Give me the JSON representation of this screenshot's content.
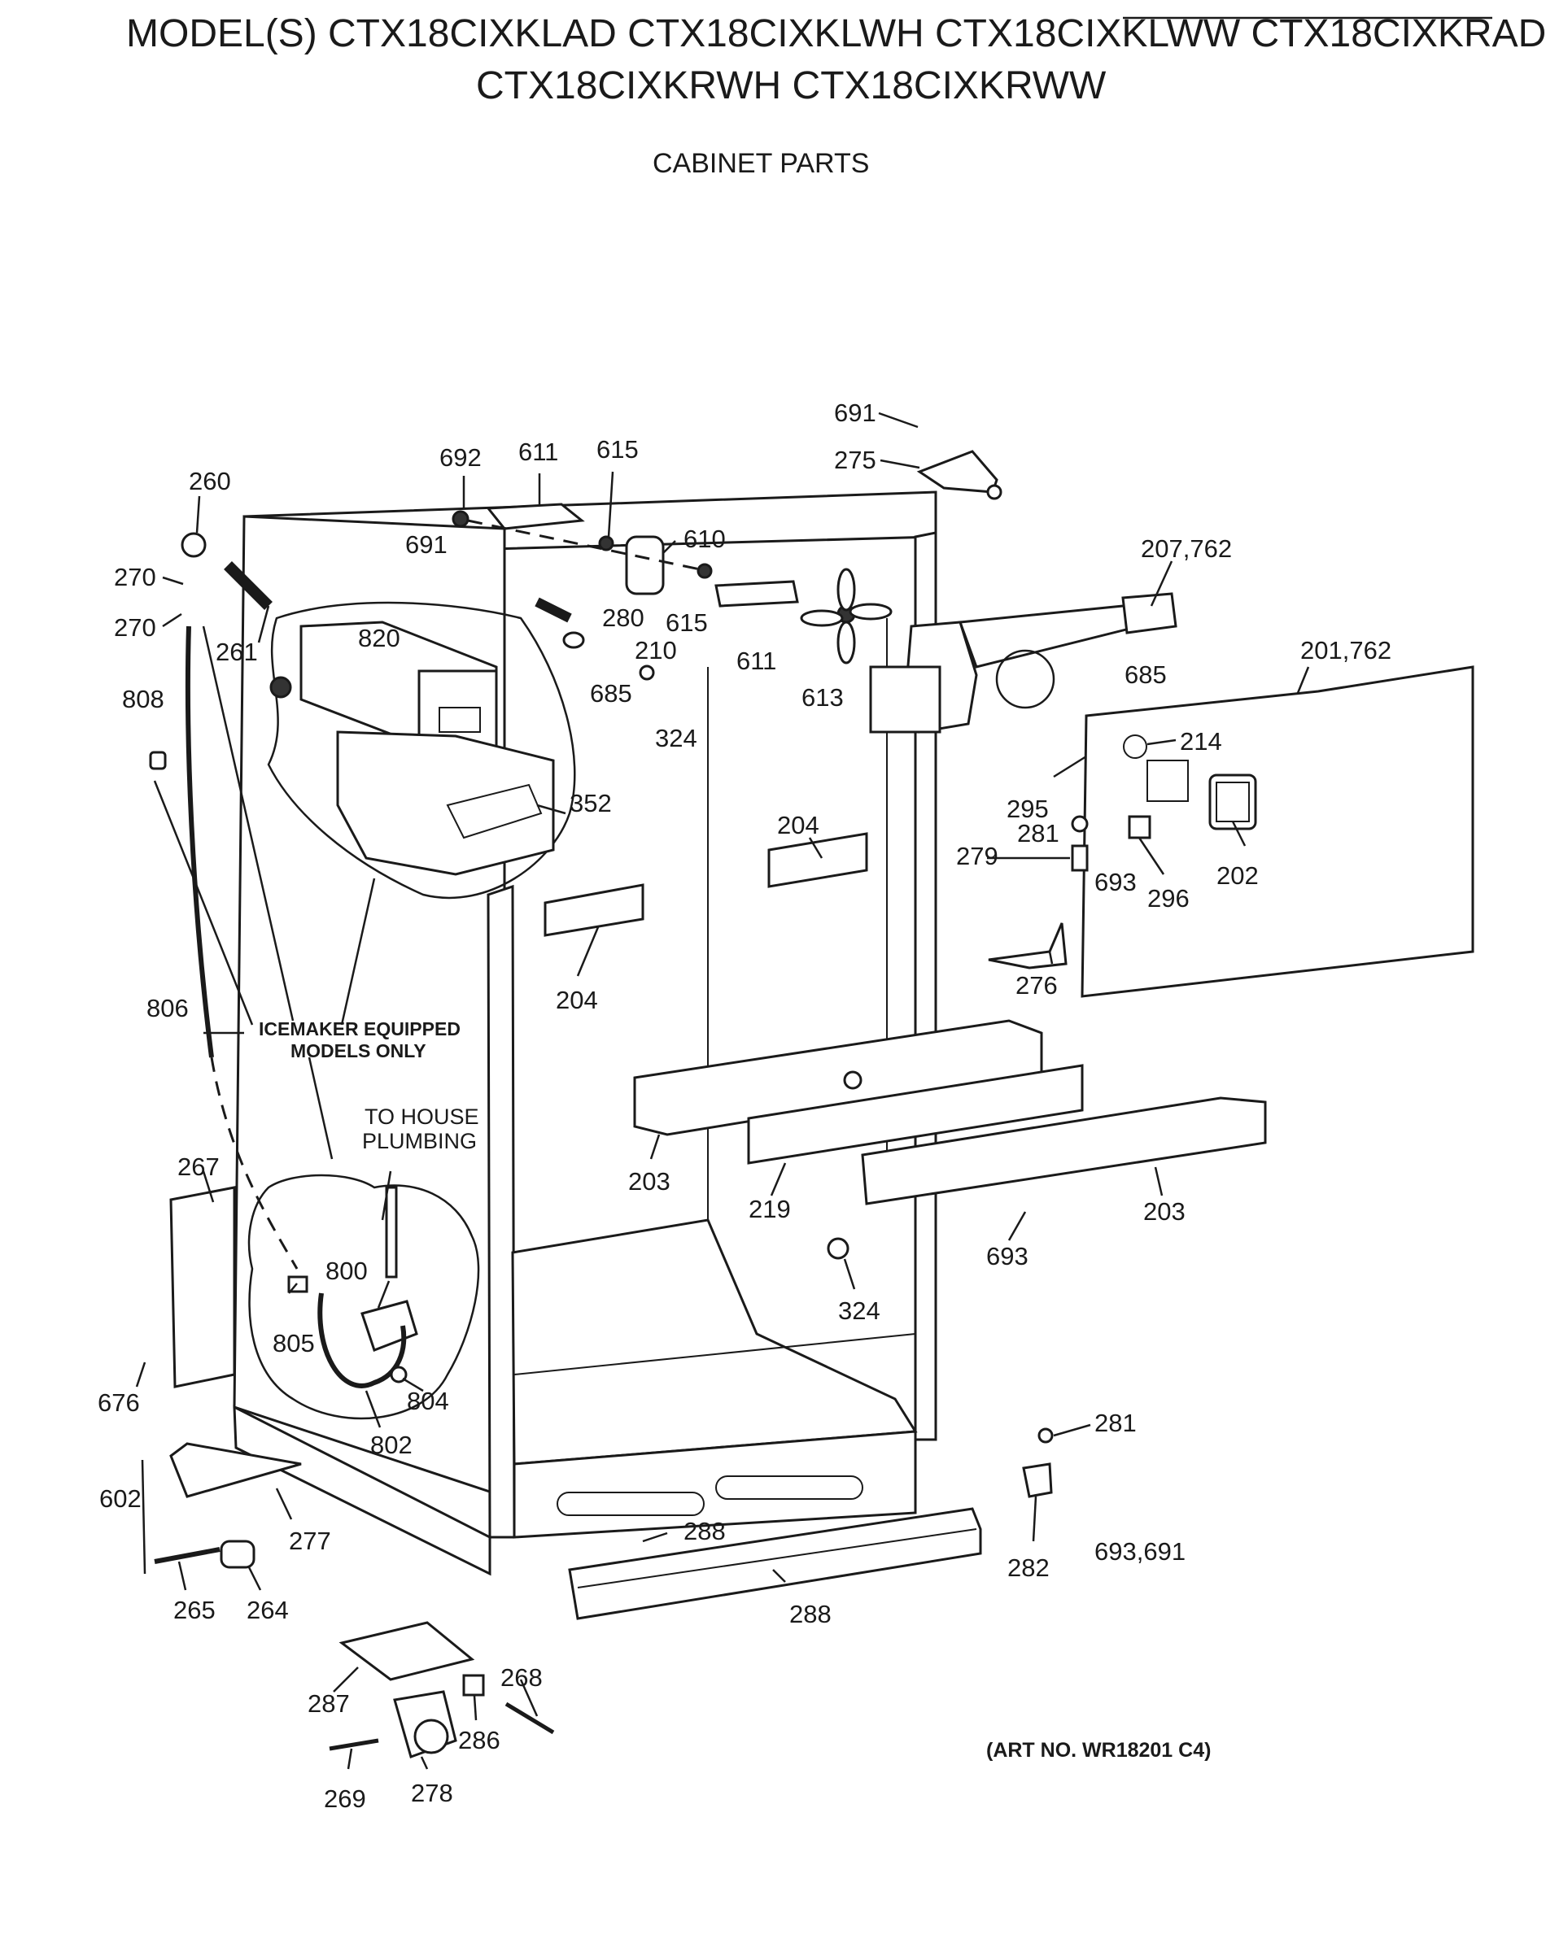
{
  "header": {
    "models_line1": "MODEL(S) CTX18CIXKLAD  CTX18CIXKLWH  CTX18CIXKLWW  CTX18CIXKRAD",
    "models_line2": "CTX18CIXKRWH  CTX18CIXKRWW",
    "section_title": "CABINET PARTS"
  },
  "notes": {
    "icemaker_line1": "ICEMAKER EQUIPPED",
    "icemaker_line2": "MODELS ONLY",
    "plumbing_line1": "TO HOUSE",
    "plumbing_line2": "PLUMBING"
  },
  "art_number": "(ART NO. WR18201 C4)",
  "part_labels": [
    "691",
    "275",
    "692",
    "611",
    "615",
    "691",
    "610",
    "615",
    "611",
    "613",
    "207,762",
    "685",
    "201,762",
    "260",
    "270",
    "270",
    "261",
    "820",
    "280",
    "210",
    "685",
    "324",
    "808",
    "352",
    "214",
    "295",
    "281",
    "279",
    "693",
    "296",
    "202",
    "204",
    "204",
    "276",
    "806",
    "203",
    "219",
    "203",
    "693",
    "324",
    "267",
    "800",
    "805",
    "676",
    "804",
    "802",
    "281",
    "602",
    "277",
    "288",
    "282",
    "693,691",
    "265",
    "264",
    "288",
    "268",
    "287",
    "286",
    "269",
    "278"
  ]
}
